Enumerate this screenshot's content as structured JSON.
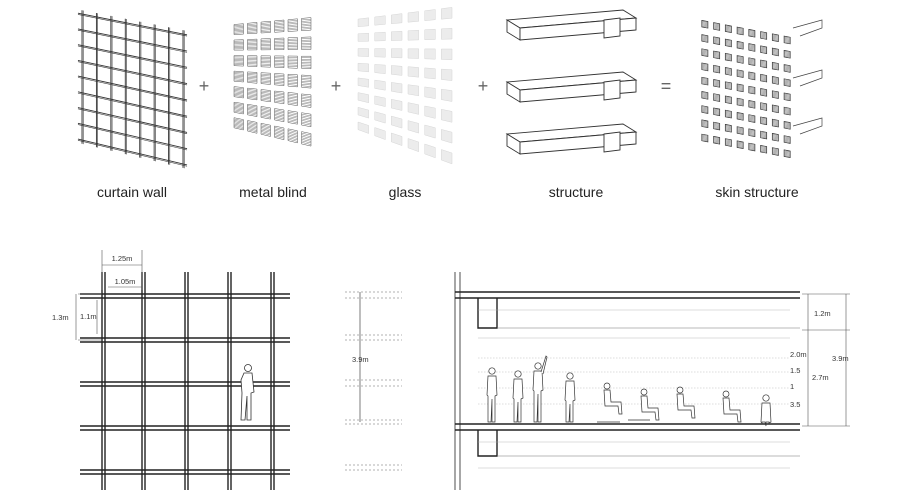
{
  "top_row": {
    "labels": {
      "curtain_wall": "curtain wall",
      "metal_blind": "metal blind",
      "glass": "glass",
      "structure": "structure",
      "skin_structure": "skin structure"
    },
    "operators": {
      "plus_1": "+",
      "plus_2": "+",
      "plus_3": "+",
      "equals": "="
    }
  },
  "elevation_dims": {
    "grid_width": "1.25m",
    "opening_width": "1.05m",
    "grid_height": "1.3m",
    "opening_height": "1.1m"
  },
  "strip_dims": {
    "floor_height": "3.9m"
  },
  "section_dims": {
    "ceiling_zone": "1.2m",
    "clear_height": "2.7m",
    "floor_to_floor": "3.9m",
    "level_a": "2.0m",
    "level_b": "1.5",
    "level_c": "1",
    "level_d": "3.5"
  }
}
